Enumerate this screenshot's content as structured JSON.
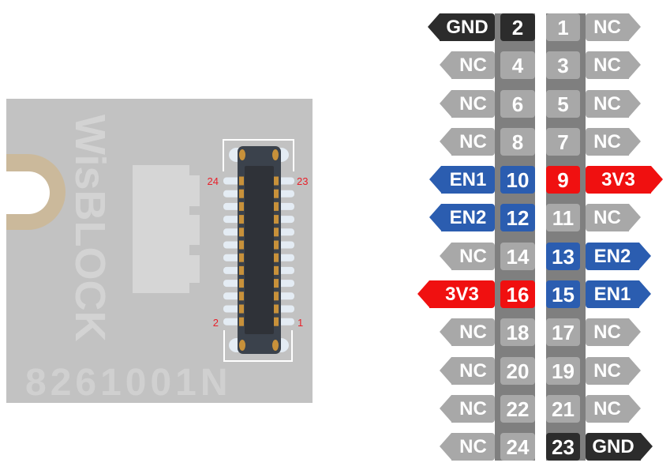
{
  "board": {
    "brand_text": "WisBLOCK",
    "part_number": "8261001N",
    "connector_pin_markers": {
      "top_left": "24",
      "top_right": "23",
      "bottom_left": "2",
      "bottom_right": "1"
    }
  },
  "pinout": {
    "rows": [
      {
        "left": {
          "pin": "2",
          "signal": "GND",
          "kind": "gnd"
        },
        "right": {
          "pin": "1",
          "signal": "NC",
          "kind": "nc"
        }
      },
      {
        "left": {
          "pin": "4",
          "signal": "NC",
          "kind": "nc"
        },
        "right": {
          "pin": "3",
          "signal": "NC",
          "kind": "nc"
        }
      },
      {
        "left": {
          "pin": "6",
          "signal": "NC",
          "kind": "nc"
        },
        "right": {
          "pin": "5",
          "signal": "NC",
          "kind": "nc"
        }
      },
      {
        "left": {
          "pin": "8",
          "signal": "NC",
          "kind": "nc"
        },
        "right": {
          "pin": "7",
          "signal": "NC",
          "kind": "nc"
        }
      },
      {
        "left": {
          "pin": "10",
          "signal": "EN1",
          "kind": "en"
        },
        "right": {
          "pin": "9",
          "signal": "3V3",
          "kind": "power"
        }
      },
      {
        "left": {
          "pin": "12",
          "signal": "EN2",
          "kind": "en"
        },
        "right": {
          "pin": "11",
          "signal": "NC",
          "kind": "nc"
        }
      },
      {
        "left": {
          "pin": "14",
          "signal": "NC",
          "kind": "nc"
        },
        "right": {
          "pin": "13",
          "signal": "EN2",
          "kind": "en"
        }
      },
      {
        "left": {
          "pin": "16",
          "signal": "3V3",
          "kind": "power"
        },
        "right": {
          "pin": "15",
          "signal": "EN1",
          "kind": "en"
        }
      },
      {
        "left": {
          "pin": "18",
          "signal": "NC",
          "kind": "nc"
        },
        "right": {
          "pin": "17",
          "signal": "NC",
          "kind": "nc"
        }
      },
      {
        "left": {
          "pin": "20",
          "signal": "NC",
          "kind": "nc"
        },
        "right": {
          "pin": "19",
          "signal": "NC",
          "kind": "nc"
        }
      },
      {
        "left": {
          "pin": "22",
          "signal": "NC",
          "kind": "nc"
        },
        "right": {
          "pin": "21",
          "signal": "NC",
          "kind": "nc"
        }
      },
      {
        "left": {
          "pin": "24",
          "signal": "NC",
          "kind": "nc"
        },
        "right": {
          "pin": "23",
          "signal": "GND",
          "kind": "gnd"
        }
      }
    ]
  },
  "colors": {
    "gnd": "#2c2c2c",
    "nc": "#a8a8a8",
    "enable": "#2b5db0",
    "power": "#f01010",
    "pin_strip": "#7f7f7f",
    "board": "#c2c2c2",
    "mounting_notch": "#cbb99b",
    "pin_marker_text": "#e8202a"
  }
}
